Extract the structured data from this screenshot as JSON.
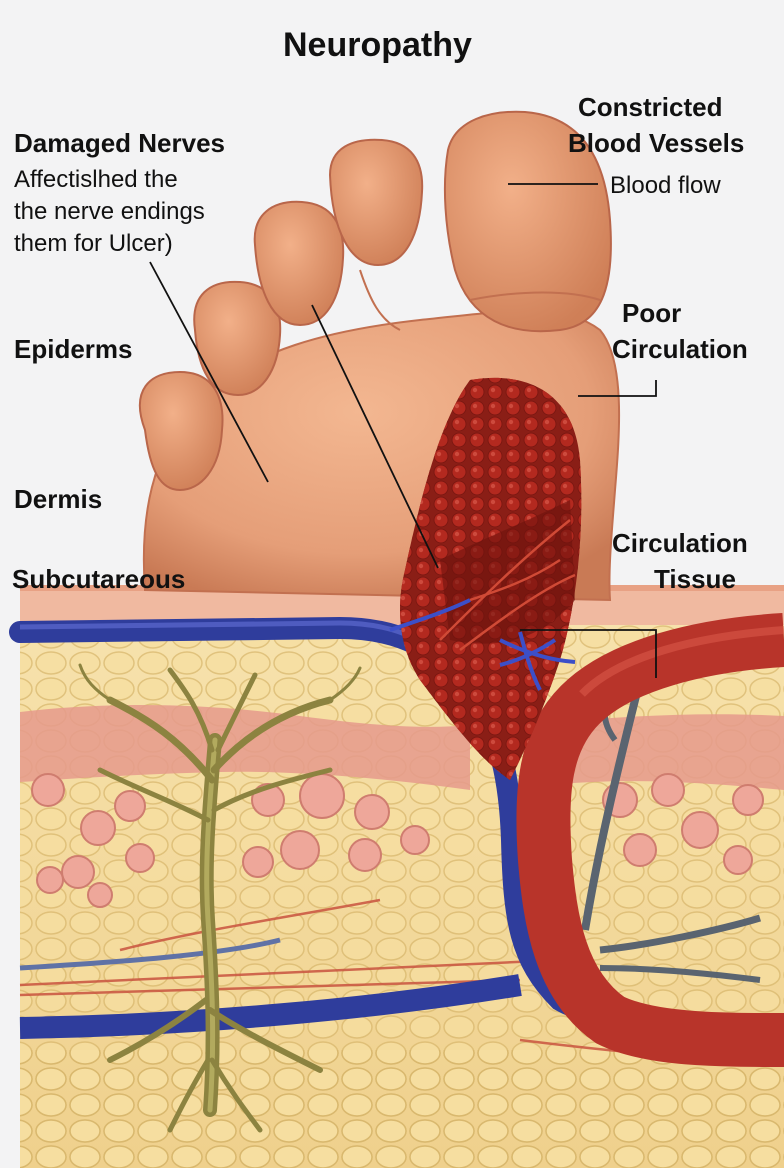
{
  "title": "Neuropathy",
  "labels": {
    "damaged_nerves": {
      "heading": "Damaged Nerves",
      "lines": [
        "Affectislhed the",
        "the nerve endings",
        "them for Ulcer)"
      ]
    },
    "constricted": [
      "Constricted",
      "Blood Vessels"
    ],
    "blood_flow": "Blood flow",
    "poor_circulation": [
      "Poor",
      "Circulation"
    ],
    "epidermis": "Epiderms",
    "dermis": "Dermis",
    "subcutaneous": "Subcutareous",
    "circulation_tissue": [
      "Circulation",
      "Tissue"
    ]
  },
  "colors": {
    "background": "#f3f3f4",
    "skin": "#e9a27c",
    "vein": "#2f3d9c",
    "artery": "#b8342a",
    "nerve": "#8c8340",
    "fat": "#f4dc9c",
    "ulcer": "#a8291e"
  }
}
